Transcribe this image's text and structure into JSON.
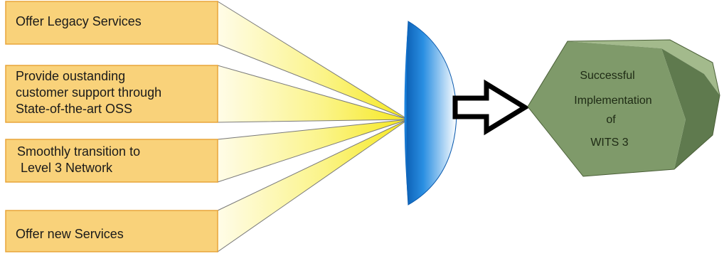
{
  "inputs": [
    {
      "lines": [
        "Offer Legacy Services"
      ]
    },
    {
      "lines": [
        "Provide oustanding",
        "customer support through",
        "State-of-the-art OSS"
      ]
    },
    {
      "lines": [
        "Smoothly transition to",
        " Level 3 Network"
      ]
    },
    {
      "lines": [
        "Offer new Services"
      ]
    }
  ],
  "outcome": {
    "lines": [
      "Successful",
      "Implementation",
      "of",
      "WITS 3"
    ]
  },
  "colors": {
    "box_fill": "#f9d27a",
    "box_stroke": "#e9a53a",
    "beam_yellow": "#f8ef38",
    "lens_blue": "#1a7fd4",
    "hex_front": "#7f9a6a",
    "hex_top": "#a3ba8c",
    "hex_side": "#5f7a4e",
    "arrow": "#000000"
  }
}
